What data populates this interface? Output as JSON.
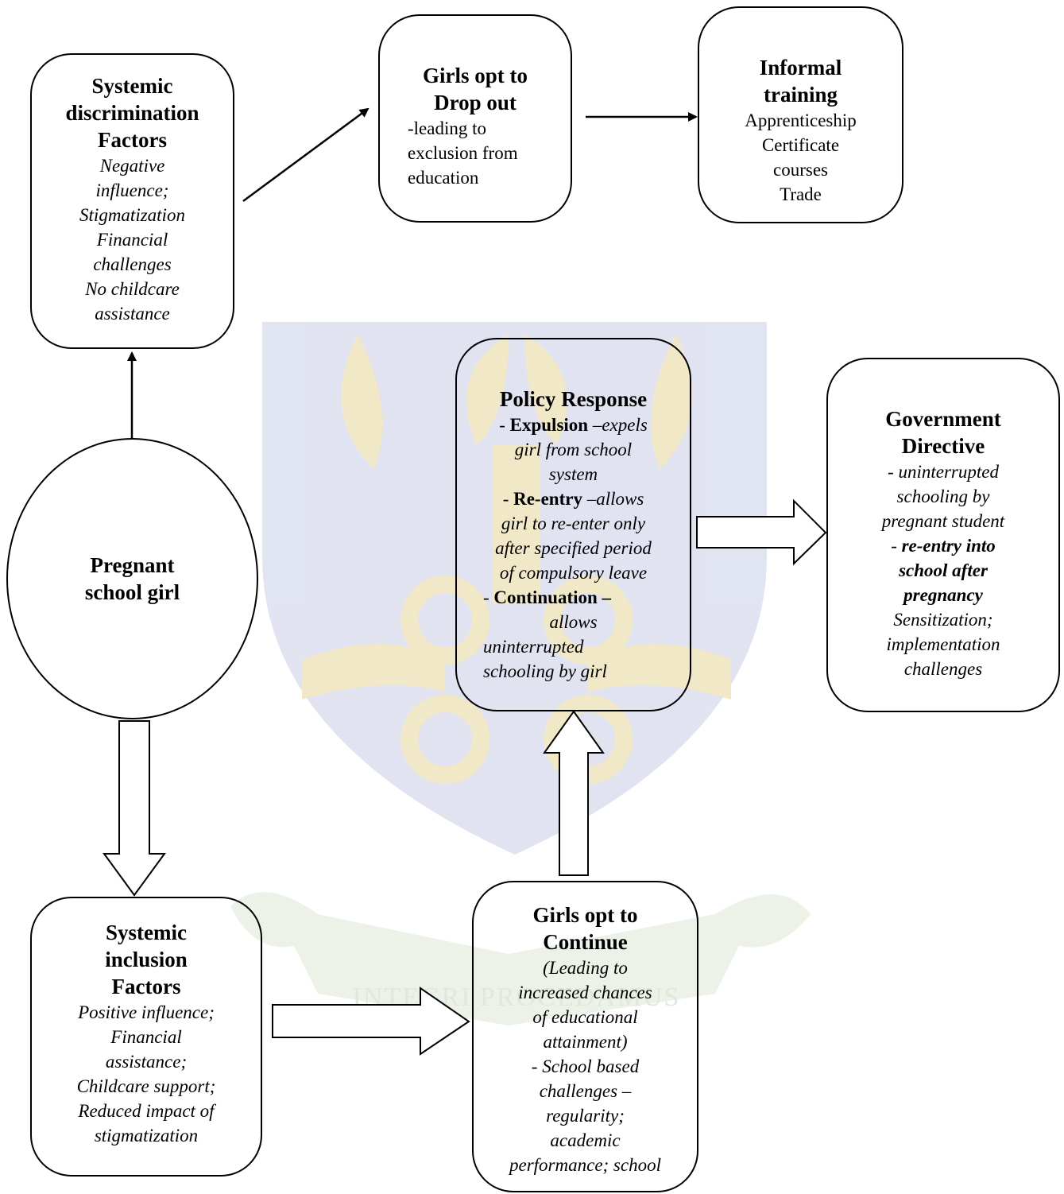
{
  "watermark": {
    "motto": "INTEGRI PROCEDAMUS",
    "colors": {
      "shield": "#c9cde6",
      "emblem": "#e4d79b",
      "ribbon": "#dde8d4",
      "ribbon_dark": "#c6d6bd"
    }
  },
  "systemic_discrimination": {
    "title": [
      "Systemic",
      "discrimination",
      "Factors"
    ],
    "items": [
      "Negative",
      "influence;",
      "Stigmatization",
      "Financial",
      "challenges",
      "No childcare",
      "assistance"
    ]
  },
  "drop_out": {
    "title": [
      "Girls opt to",
      "Drop out"
    ],
    "lines": [
      "-leading to",
      "exclusion from",
      "education"
    ]
  },
  "informal_training": {
    "title": [
      "Informal",
      "training"
    ],
    "items": [
      "Apprenticeship",
      "Certificate",
      "courses",
      "Trade"
    ]
  },
  "pregnant_girl": {
    "label": [
      "Pregnant",
      "school girl"
    ]
  },
  "policy_response": {
    "title": "Policy Response",
    "expulsion_dash": "- ",
    "expulsion_label": "Expulsion",
    "expulsion_desc": " –expels",
    "expulsion_lines": [
      "girl from school",
      "system"
    ],
    "reentry_dash": "- ",
    "reentry_label": "Re-entry",
    "reentry_desc": " –allows",
    "reentry_lines": [
      "girl to re-enter only",
      "after specified period",
      "of compulsory leave"
    ],
    "continuation_dash": "- ",
    "continuation_label": "Continuation –",
    "continuation_lines": [
      "allows"
    ],
    "continuation_left_lines": [
      "uninterrupted",
      "schooling by girl"
    ]
  },
  "government_directive": {
    "title": [
      "Government",
      "Directive"
    ],
    "lines_a": [
      "- uninterrupted",
      "schooling by",
      "pregnant student"
    ],
    "bold_dash": "- ",
    "bold_lines": [
      "re-entry into",
      "school after",
      "pregnancy"
    ],
    "lines_b": [
      "Sensitization;",
      "implementation",
      "challenges"
    ]
  },
  "systemic_inclusion": {
    "title": [
      "Systemic",
      "inclusion",
      "Factors"
    ],
    "items": [
      "Positive influence;",
      "Financial",
      "assistance;",
      "Childcare support;",
      "Reduced impact of",
      "stigmatization"
    ]
  },
  "continue": {
    "title": [
      "Girls opt to",
      "Continue"
    ],
    "lines": [
      "(Leading to",
      "increased chances",
      "of educational",
      "attainment)",
      "- School based",
      "challenges –",
      "regularity;",
      "academic",
      "performance; school"
    ]
  }
}
